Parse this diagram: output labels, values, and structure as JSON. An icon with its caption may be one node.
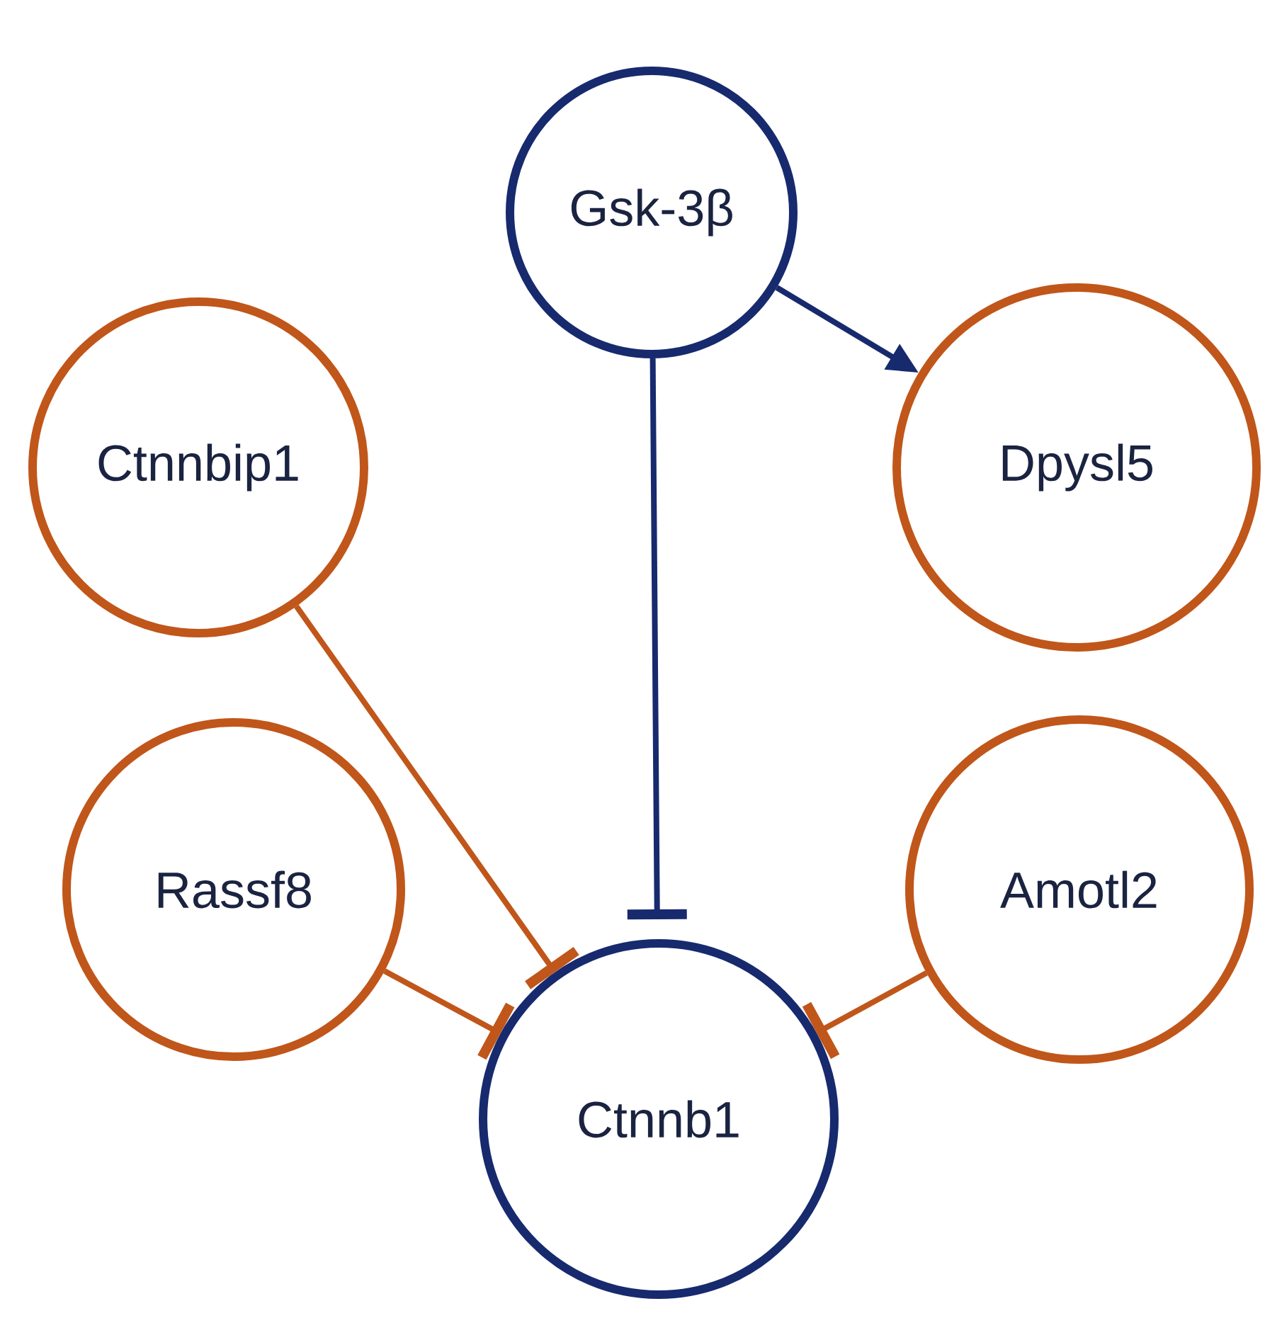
{
  "diagram": {
    "nodes": [
      {
        "text": [
          "Gsk-3β"
        ]
      },
      {
        "text": [
          "Ctnnbip1"
        ]
      },
      {
        "text": [
          "Dpysl5"
        ]
      },
      {
        "text": [
          "Rassf8"
        ]
      },
      {
        "text": [
          "Amotl2"
        ]
      },
      {
        "text": [
          "Ctnnb1"
        ]
      }
    ],
    "edges": [
      {
        "from": 0,
        "to": 2,
        "arrow": "to",
        "color": "#172a6e"
      },
      {
        "from": 0,
        "to": 5,
        "arrow": "other",
        "color": "#172a6e"
      },
      {
        "from": 1,
        "to": 5,
        "arrow": "other"
      },
      {
        "from": 3,
        "to": 5,
        "arrow": "other"
      },
      {
        "from": 4,
        "to": 5,
        "arrow": "other"
      }
    ]
  }
}
